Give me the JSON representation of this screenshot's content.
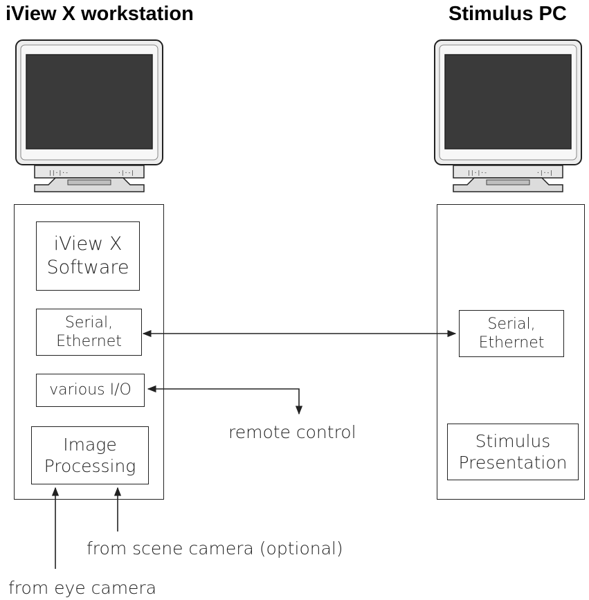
{
  "workstation": {
    "title": "iView X workstation",
    "components": {
      "software": "iView X\nSoftware",
      "comms": "Serial,\nEthernet",
      "io": "various I/O",
      "image": "Image\nProcessing"
    }
  },
  "stimulus_pc": {
    "title": "Stimulus PC",
    "components": {
      "comms": "Serial,\nEthernet",
      "presentation": "Stimulus\nPresentation"
    }
  },
  "labels": {
    "remote_control": "remote control",
    "scene_camera": "from scene camera (optional)",
    "eye_camera": "from eye camera"
  },
  "colors": {
    "line": "#222222",
    "screen": "#3a3a3a",
    "bezel": "#e8e8e8"
  }
}
